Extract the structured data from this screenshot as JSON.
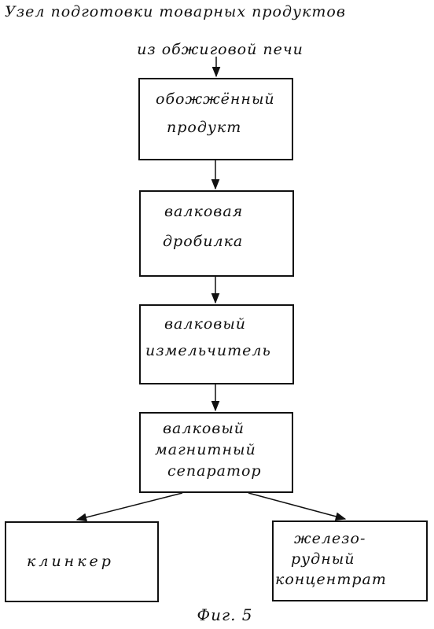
{
  "header": {
    "title_line_1": "Узел подготовки  товарных продуктов",
    "title_line_2": "из обжиговой печи"
  },
  "nodes": {
    "roasted_product": {
      "line_1": "обожжённый",
      "line_2": "продукт"
    },
    "roll_crusher": {
      "line_1": "валковая",
      "line_2": "дробилка"
    },
    "roll_grinder": {
      "line_1": "валковый",
      "line_2": "измельчитель"
    },
    "roll_magnetic_separator": {
      "line_1": "валковый",
      "line_2": "магнитный",
      "line_3": "сепаратор"
    },
    "clinker": {
      "line_1": "клинкер"
    },
    "iron_ore_concentrate": {
      "line_1": "железо-",
      "line_2": "рудный",
      "line_3": "концентрат"
    }
  },
  "caption": "Фиг. 5",
  "colors": {
    "ink": "#111111",
    "paper": "#ffffff"
  }
}
